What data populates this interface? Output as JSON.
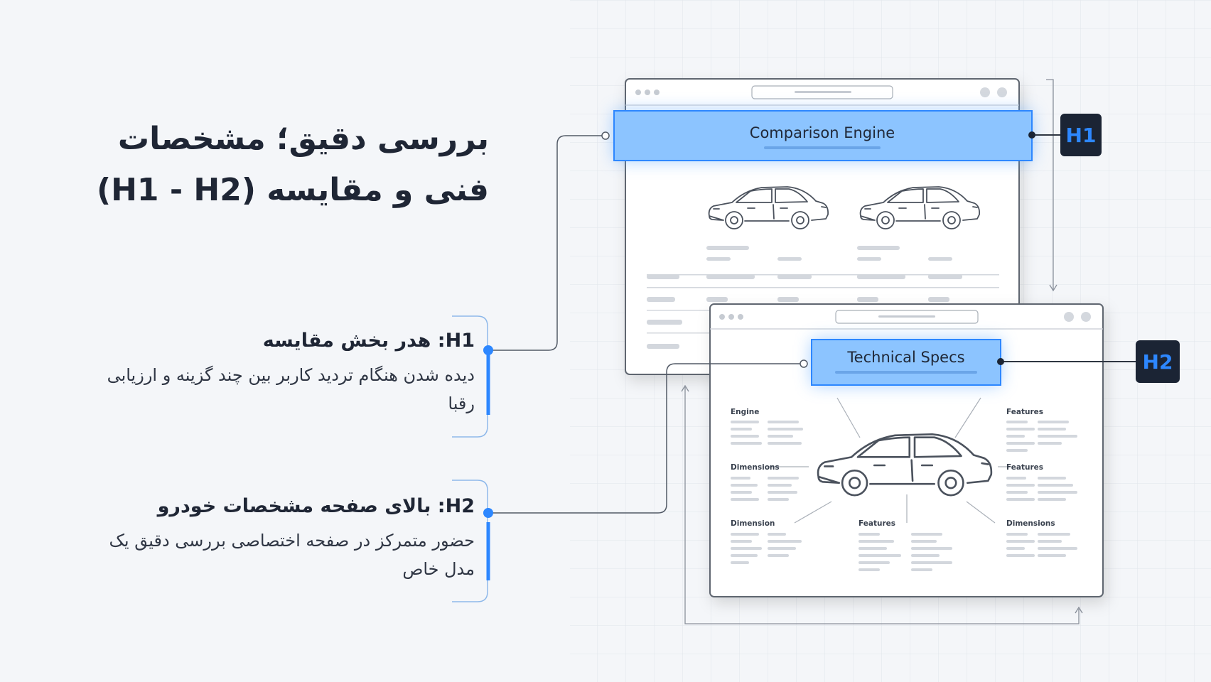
{
  "title": {
    "line1": "بررسی دقیق؛ مشخصات",
    "line2": "فنی و مقایسه (H1 - H2)"
  },
  "items": [
    {
      "heading": "H1: هدر بخش مقایسه",
      "body": "دیده شدن هنگام تردید کاربر بین چند گزینه و ارزیابی رقبا"
    },
    {
      "heading": "H2: بالای صفحه مشخصات خودرو",
      "body": "حضور متمرکز در صفحه اختصاصی بررسی دقیق یک مدل خاص"
    }
  ],
  "windows": {
    "comparison": {
      "label": "Comparison Engine",
      "tag": "H1"
    },
    "specs": {
      "label": "Technical Specs",
      "tag": "H2",
      "spec_labels": {
        "left_top": "Engine",
        "left_mid": "Dimensions",
        "left_bottom": "Dimension",
        "center_bottom": "Features",
        "right_top": "Features",
        "right_mid": "Features",
        "right_bottom": "Dimensions"
      }
    }
  },
  "icons": {
    "car": "sedan-car-outline-icon",
    "window_dots": "window-control-dots-icon"
  },
  "colors": {
    "accent": "#2d87ff",
    "highlight_fill": "#8cc4ff",
    "tag_bg": "#1b2434",
    "text": "#1f2635",
    "window_border": "#5f6670",
    "placeholder": "#d3d7dd"
  }
}
